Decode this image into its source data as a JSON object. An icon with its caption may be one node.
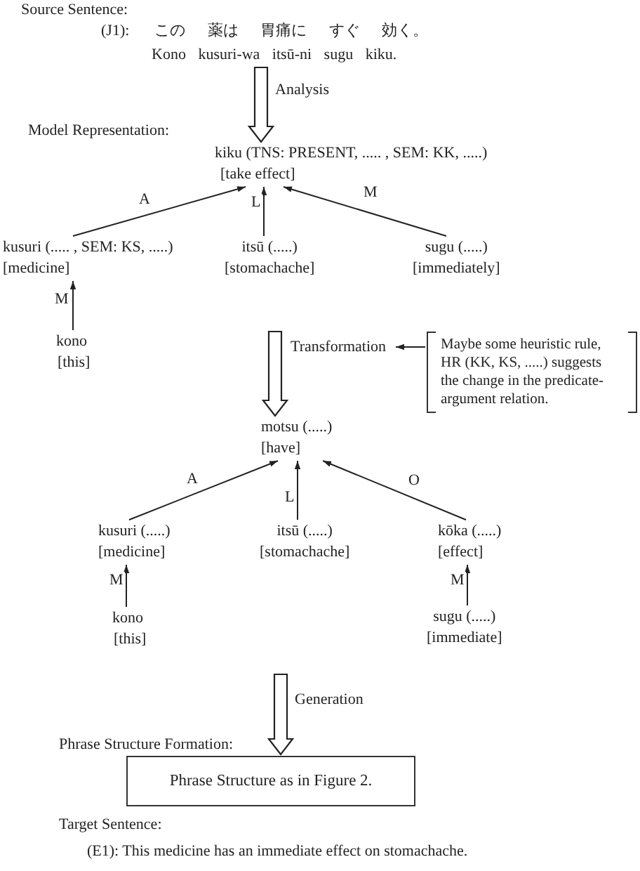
{
  "diagram": {
    "nodes": [
      {
        "text": [
          "(J1):",
          "この 薬は 胃痛に すぐ 効く。",
          "Kono kusuri-wa itsū-ni sugu kiku."
        ]
      },
      {
        "text": [
          "kiku (TNS: PRESENT, ..... , SEM: KK, .....)",
          "[take effect]"
        ]
      },
      {
        "text": [
          "kusuri (..... , SEM: KS, .....)",
          "[medicine]"
        ]
      },
      {
        "text": [
          "itsū (.....)",
          "[stomachache]"
        ]
      },
      {
        "text": [
          "sugu (.....)",
          "[immediately]"
        ]
      },
      {
        "text": [
          "kono",
          "[this]"
        ]
      },
      {
        "text": [
          "Maybe some heuristic rule, HR (KK, KS, .....) suggests the change in the predicate-argument relation."
        ]
      },
      {
        "text": [
          "motsu (.....)",
          "[have]"
        ]
      },
      {
        "text": [
          "kusuri (.....)",
          "[medicine]"
        ]
      },
      {
        "text": [
          "itsū (.....)",
          "[stomachache]"
        ]
      },
      {
        "text": [
          "kōka (.....)",
          "[effect]"
        ]
      },
      {
        "text": [
          "kono",
          "[this]"
        ]
      },
      {
        "text": [
          "sugu (.....)",
          "[immediate]"
        ]
      },
      {
        "text": [
          "Phrase Structure as in Figure 2."
        ]
      }
    ],
    "edges": [
      {
        "from": 0,
        "to": 1,
        "arrow": "to",
        "label": "Analysis",
        "style": "thick"
      },
      {
        "from": 2,
        "to": 1,
        "arrow": "to",
        "label": "A"
      },
      {
        "from": 3,
        "to": 1,
        "arrow": "to",
        "label": "L"
      },
      {
        "from": 4,
        "to": 1,
        "arrow": "to",
        "label": "M"
      },
      {
        "from": 5,
        "to": 2,
        "arrow": "to",
        "label": "M"
      },
      {
        "from": null,
        "to": 7,
        "arrow": "to",
        "label": "Transformation",
        "style": "thick"
      },
      {
        "from": 6,
        "to": null,
        "arrow": "to"
      },
      {
        "from": 8,
        "to": 7,
        "arrow": "to",
        "label": "A"
      },
      {
        "from": 9,
        "to": 7,
        "arrow": "to",
        "label": "L"
      },
      {
        "from": 10,
        "to": 7,
        "arrow": "to",
        "label": "O"
      },
      {
        "from": 11,
        "to": 8,
        "arrow": "to",
        "label": "M"
      },
      {
        "from": 12,
        "to": 10,
        "arrow": "to",
        "label": "M"
      },
      {
        "from": null,
        "to": 13,
        "arrow": "to",
        "label": "Generation",
        "style": "thick"
      }
    ],
    "labels": [
      "Source Sentence:",
      "Model Representation:",
      "Phrase Structure Formation:",
      "Target Sentence:",
      "(E1): This medicine has an immediate effect on stomachache."
    ]
  }
}
